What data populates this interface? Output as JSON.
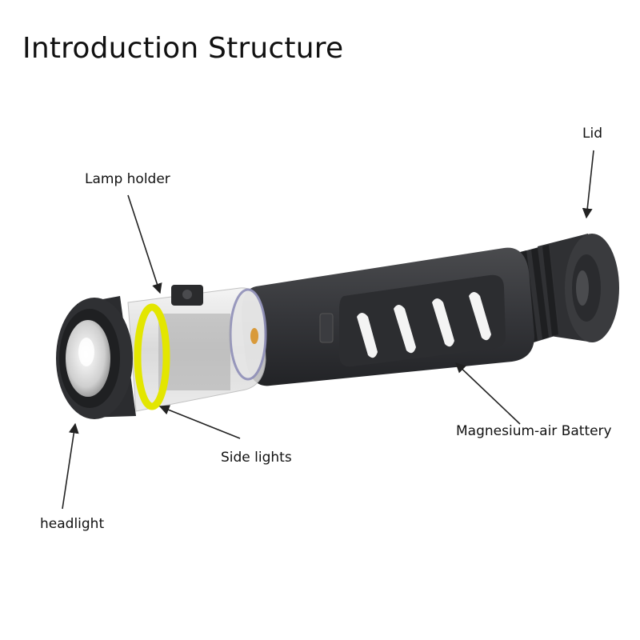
{
  "title": "Introduction Structure",
  "labels": {
    "lid": "Lid",
    "lamp_holder": "Lamp holder",
    "magnesium_air_battery": "Magnesium-air Battery",
    "side_lights": "Side lights",
    "headlight": "headlight"
  },
  "colors": {
    "body": "#3a3b3d",
    "side_light_ring": "#e3e600",
    "lens": "#d8d8d8",
    "arrow": "#222222"
  }
}
